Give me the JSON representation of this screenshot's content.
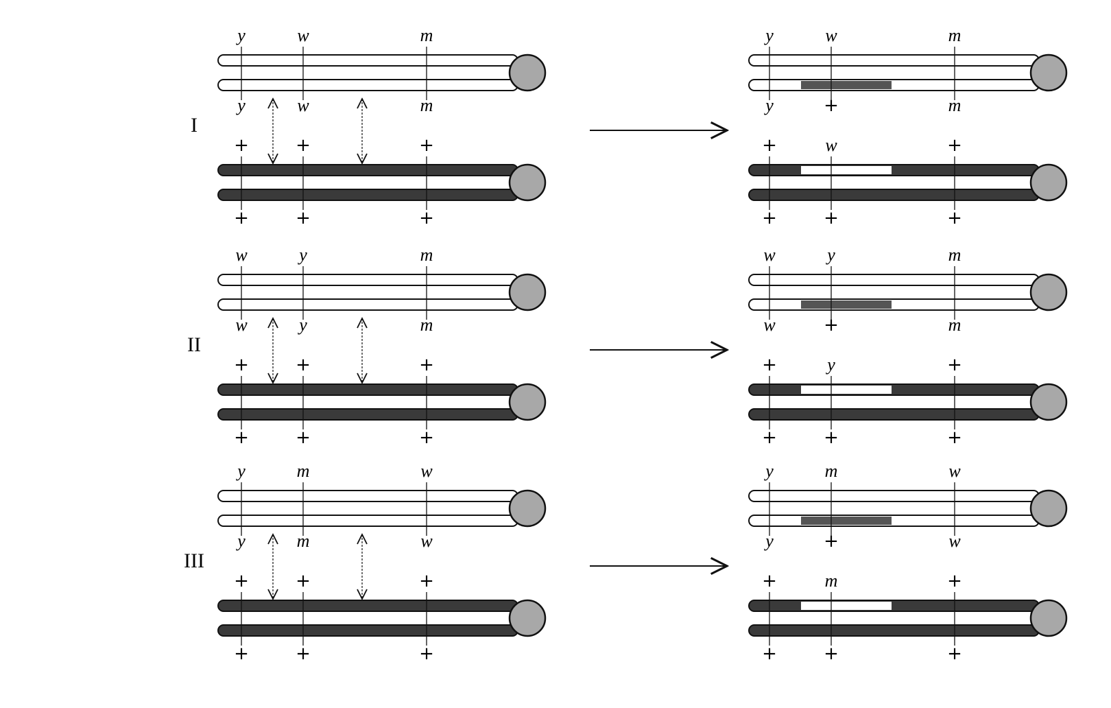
{
  "colors": {
    "ink": "#111111",
    "dark_chromatid": "#3a3a3a",
    "light_chromatid": "#ffffff",
    "centromere": "#a8a8a8",
    "swapped_dark": "#555555"
  },
  "panels": [
    {
      "roman": "I",
      "top_labels": [
        "y",
        "w",
        "m"
      ],
      "mid_labels": [
        "y",
        "w",
        "m"
      ],
      "lower_top_labels": [
        "+",
        "+",
        "+"
      ],
      "bottom_labels": [
        "+",
        "+",
        "+"
      ],
      "result_top_labels": [
        "y",
        "w",
        "m"
      ],
      "result_mid_labels": [
        "y",
        "+",
        "m"
      ],
      "result_lower_top_labels": [
        "+",
        "w",
        "+"
      ],
      "result_bottom_labels": [
        "+",
        "+",
        "+"
      ]
    },
    {
      "roman": "II",
      "top_labels": [
        "w",
        "y",
        "m"
      ],
      "mid_labels": [
        "w",
        "y",
        "m"
      ],
      "lower_top_labels": [
        "+",
        "+",
        "+"
      ],
      "bottom_labels": [
        "+",
        "+",
        "+"
      ],
      "result_top_labels": [
        "w",
        "y",
        "m"
      ],
      "result_mid_labels": [
        "w",
        "+",
        "m"
      ],
      "result_lower_top_labels": [
        "+",
        "y",
        "+"
      ],
      "result_bottom_labels": [
        "+",
        "+",
        "+"
      ]
    },
    {
      "roman": "III",
      "top_labels": [
        "y",
        "m",
        "w"
      ],
      "mid_labels": [
        "y",
        "m",
        "w"
      ],
      "lower_top_labels": [
        "+",
        "+",
        "+"
      ],
      "bottom_labels": [
        "+",
        "+",
        "+"
      ],
      "result_top_labels": [
        "y",
        "m",
        "w"
      ],
      "result_mid_labels": [
        "y",
        "+",
        "w"
      ],
      "result_lower_top_labels": [
        "+",
        "m",
        "+"
      ],
      "result_bottom_labels": [
        "+",
        "+",
        "+"
      ]
    }
  ]
}
